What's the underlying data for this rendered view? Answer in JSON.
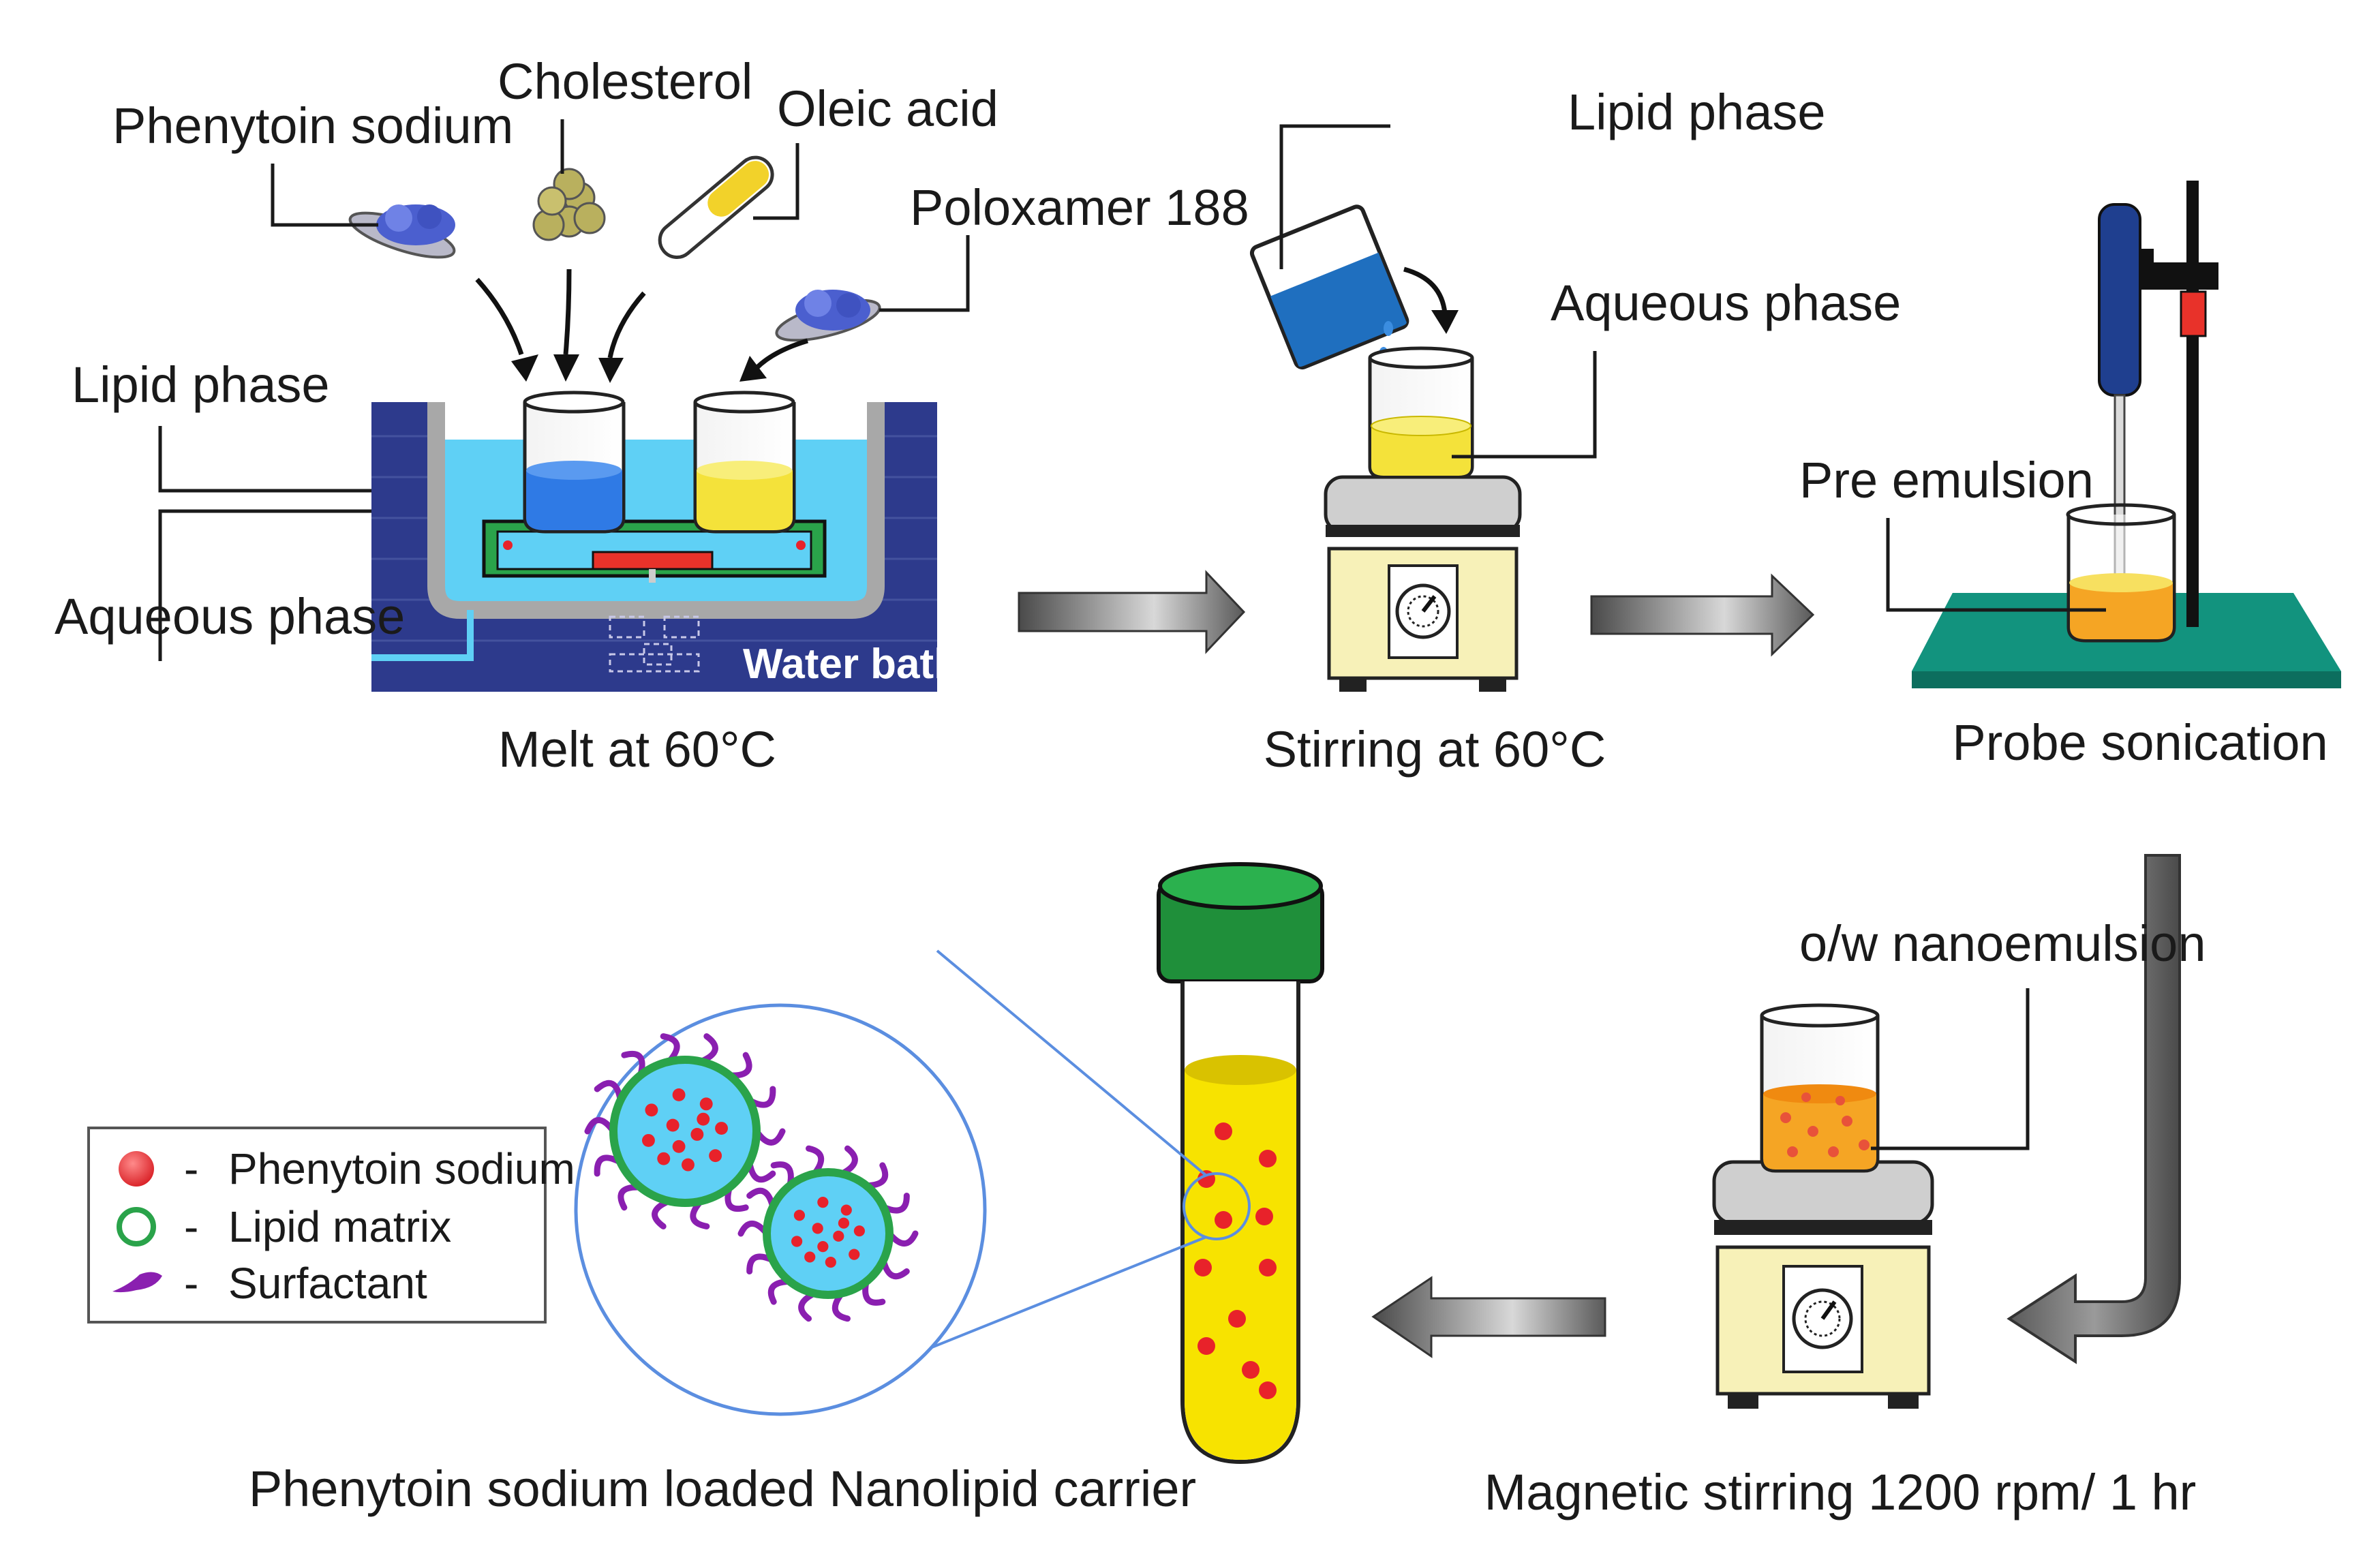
{
  "labels": {
    "phenytoin_sodium": "Phenytoin sodium",
    "cholesterol": "Cholesterol",
    "oleic_acid": "Oleic acid",
    "poloxamer": "Poloxamer 188",
    "lipid_phase_left": "Lipid phase",
    "aqueous_phase_left": "Aqueous phase",
    "water_bath": "Water bath",
    "lipid_phase_mid": "Lipid phase",
    "aqueous_phase_mid": "Aqueous phase",
    "pre_emulsion": "Pre emulsion",
    "nanoemulsion": "o/w nanoemulsion"
  },
  "captions": {
    "melt": "Melt at 60°C",
    "stirring": "Stirring at 60°C",
    "probe": "Probe sonication",
    "magnetic": "Magnetic stirring 1200 rpm/ 1 hr",
    "carrier": "Phenytoin sodium loaded Nanolipid carrier"
  },
  "legend": {
    "items": [
      {
        "symbol": "red-dot",
        "dash": "-",
        "label": "Phenytoin sodium"
      },
      {
        "symbol": "green-ring",
        "dash": "-",
        "label": "Lipid matrix"
      },
      {
        "symbol": "purple-tail",
        "dash": "-",
        "label": "Surfactant"
      }
    ]
  },
  "colors": {
    "bath": "#2d3a8c",
    "water": "#5fd0f5",
    "lipid_blue": "#2f7ae5",
    "aqueous_yellow": "#f4e23a",
    "emulsion_orange": "#f5a524",
    "sonicator_base": "#12937e",
    "tube_yellow": "#f7e300",
    "cap_green": "#1f8f3a",
    "drug_red": "#e8222a",
    "matrix_green": "#2aa34a",
    "surfactant_purple": "#8a1fb0",
    "arrow_gray": "#6b6b6b"
  }
}
